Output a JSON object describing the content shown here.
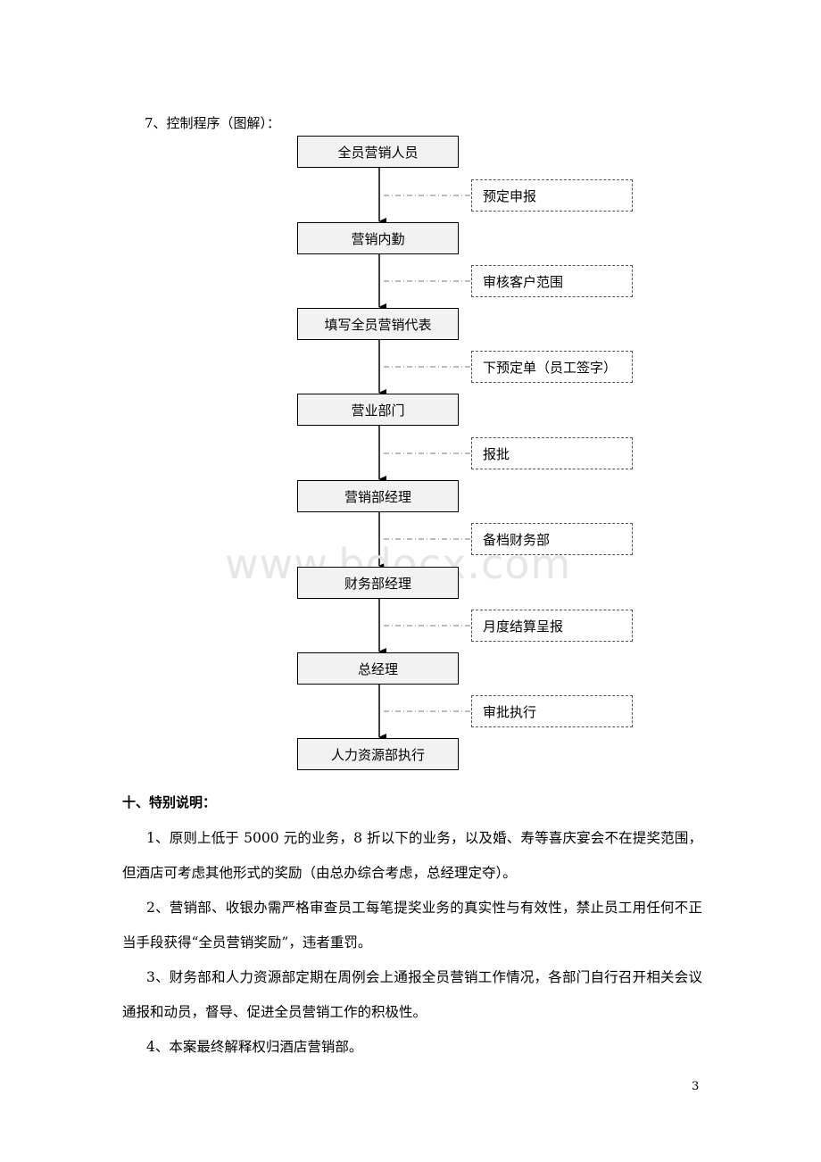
{
  "heading": "7、控制程序（图解）：",
  "flow": {
    "steps": [
      "全员营销人员",
      "营销内勤",
      "填写全员营销代表",
      "营业部门",
      "营销部经理",
      "财务部经理",
      "总经理",
      "人力资源部执行"
    ],
    "notes": [
      "预定申报",
      "审核客户范围",
      "下预定单（员工签字）",
      "报批",
      "备档财务部",
      "月度结算呈报",
      "审批执行"
    ]
  },
  "watermark": "www.bdocx.com",
  "section": {
    "title": "十、特别说明：",
    "paragraphs": [
      "1、原则上低于 5000 元的业务，8 折以下的业务，以及婚、寿等喜庆宴会不在提奖范围，但酒店可考虑其他形式的奖励（由总办综合考虑，总经理定夺）。",
      "2、营销部、收银办需严格审查员工每笔提奖业务的真实性与有效性，禁止员工用任何不正当手段获得“全员营销奖励”，违者重罚。",
      "3、财务部和人力资源部定期在周例会上通报全员营销工作情况，各部门自行召开相关会议通报和动员，督导、促进全员营销工作的积极性。",
      "4、本案最终解释权归酒店营销部。"
    ]
  },
  "page_number": "3"
}
